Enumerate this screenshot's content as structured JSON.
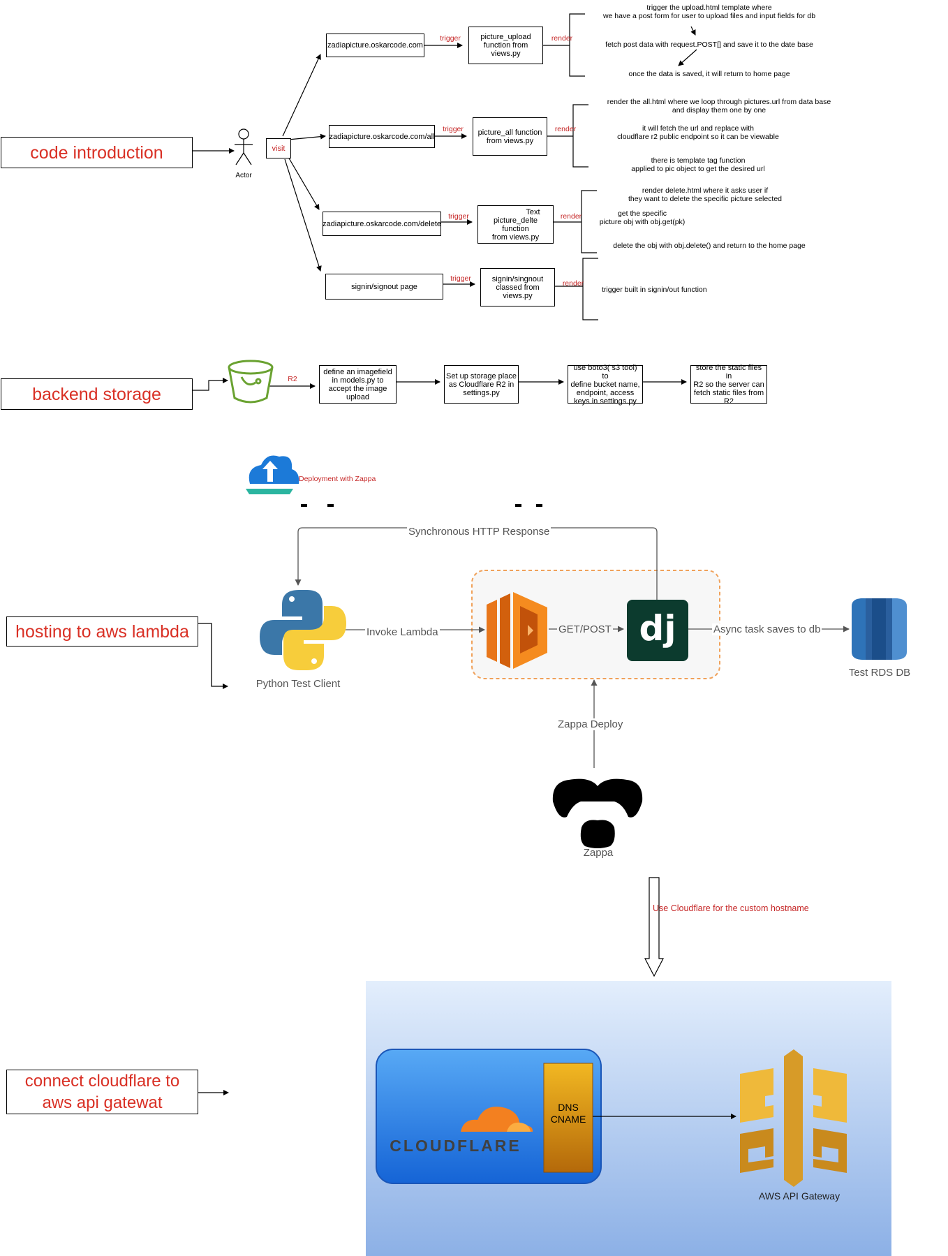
{
  "sections": {
    "code_intro": "code introduction",
    "backend_storage": "backend storage",
    "hosting": "hosting to aws lambda",
    "connect": "connect cloudflare to\naws api gatewat"
  },
  "flow": {
    "actor": "Actor",
    "visit": "visit",
    "trigger": "trigger",
    "render": "render",
    "routes": [
      {
        "url": "zadiapicture.oskarcode.com",
        "func": "picture_upload\nfunction from\nviews.py",
        "notes": [
          "trigger the upload.html template where\nwe have a post form for user to upload files and input fields for db",
          "fetch post data with request.POST[] and save it to the date base",
          "once the data is saved, it will return to home page"
        ]
      },
      {
        "url": "zadiapicture.oskarcode.com/all",
        "func": "picture_all function\nfrom views.py",
        "notes": [
          "render the all.html where we loop through pictures.url from data base\nand display them one by one",
          "it will fetch the url and replace with\ncloudflare r2 public endpoint so it can be viewable",
          "there is template tag function\napplied to pic object to get the desired url"
        ]
      },
      {
        "url": "zadiapicture.oskarcode.com/delete",
        "func_extra": "Text",
        "func": "picture_delte function\nfrom views.py",
        "notes": [
          "render delete.html where it asks user if\nthey want to delete  the specific picture selected",
          "get the specific\npicture obj with obj.get(pk)",
          "delete the obj with obj.delete() and return to the home page"
        ]
      },
      {
        "url": "signin/signout page",
        "func": "signin/singnout\nclassed  from\nviews.py",
        "notes": [
          "trigger built in signin/out function"
        ]
      }
    ]
  },
  "storage": {
    "r2": "R2",
    "steps": [
      "define an imagefield\nin models.py to\naccept the image\nupload",
      "Set up storage place\nas Cloudflare R2 in\nsettings.py",
      "use boto3( s3 tool) to\ndefine bucket name,\nendpoint, access\nkeys in settings.py",
      "store the static files in\nR2 so the server can\nfetch static files from\nR2"
    ]
  },
  "deploy": {
    "title": "Deployment with Zappa",
    "sync": "Synchronous HTTP Response",
    "invoke": "Invoke Lambda",
    "getpost": "GET/POST",
    "async": "Async task saves to db",
    "client": "Python Test Client",
    "db": "Test RDS DB",
    "zappa_deploy": "Zappa Deploy",
    "zappa": "Zappa",
    "django": "dj"
  },
  "cloudflare": {
    "note": "Use Cloudflare for the custom hostname",
    "dns": "DNS\nCNAME",
    "logo": "CLOUDFLARE",
    "gateway": "AWS API Gateway"
  }
}
